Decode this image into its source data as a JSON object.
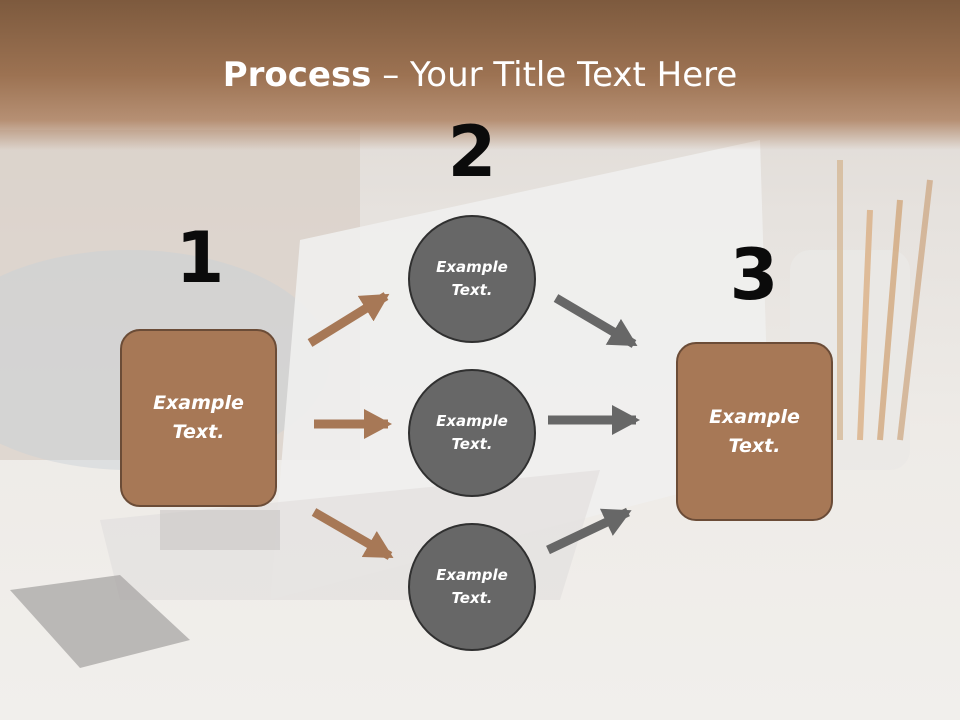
{
  "title": {
    "bold": "Process",
    "rest": " – Your Title Text Here"
  },
  "numbers": [
    "1",
    "2",
    "3"
  ],
  "steps": {
    "left_box": [
      "Example",
      "Text."
    ],
    "circle_top": [
      "Example",
      "Text."
    ],
    "circle_mid": [
      "Example",
      "Text."
    ],
    "circle_bottom": [
      "Example",
      "Text."
    ],
    "right_box": [
      "Example",
      "Text."
    ]
  },
  "colors": {
    "brown": "#a77856",
    "brown_border": "#6b4c37",
    "gray": "#676767",
    "title_band": "#9c7252"
  }
}
